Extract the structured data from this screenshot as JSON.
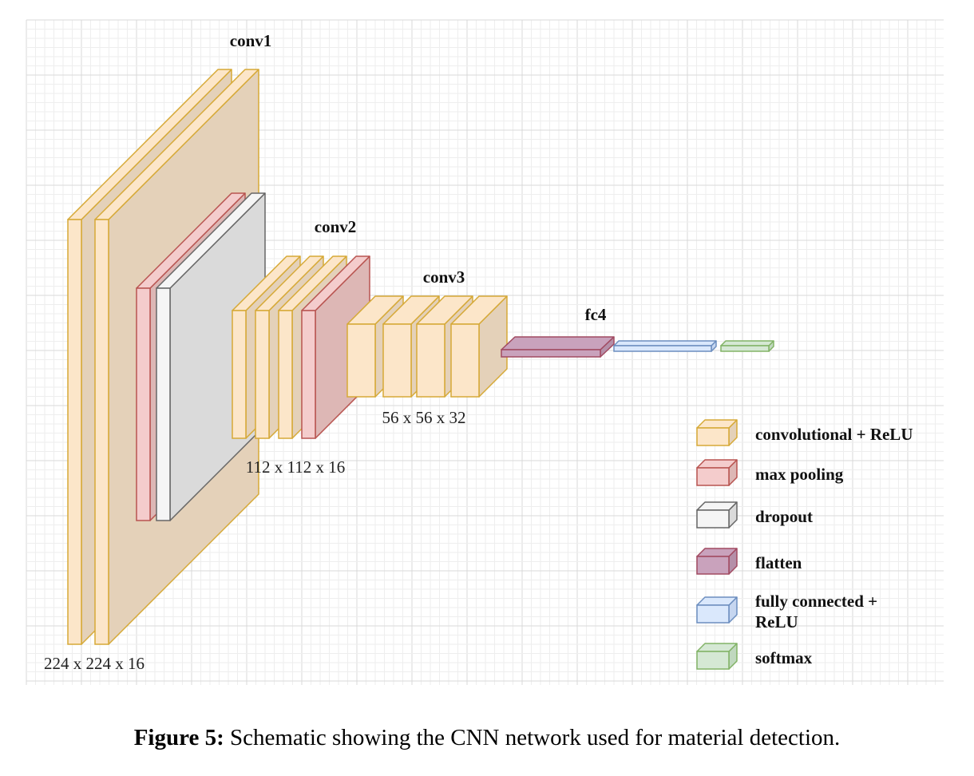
{
  "layers": {
    "conv1": "conv1",
    "conv2": "conv2",
    "conv3": "conv3",
    "fc4": "fc4"
  },
  "dims": {
    "d1": "224 x 224 x 16",
    "d2": "112 x 112 x 16",
    "d3": "56 x 56 x 32"
  },
  "legend": [
    {
      "key": "conv",
      "lines": [
        "convolutional + ReLU"
      ]
    },
    {
      "key": "pool",
      "lines": [
        "max pooling"
      ]
    },
    {
      "key": "dropout",
      "lines": [
        "dropout"
      ]
    },
    {
      "key": "flatten",
      "lines": [
        "flatten"
      ]
    },
    {
      "key": "fc",
      "lines": [
        "fully connected +",
        "ReLU"
      ]
    },
    {
      "key": "softmax",
      "lines": [
        "softmax"
      ]
    }
  ],
  "colors": {
    "conv": {
      "fill": "#FCE6C9",
      "dark": "#E4D1B9",
      "stroke": "#D6A937"
    },
    "pool": {
      "fill": "#F4CCCC",
      "dark": "#DDB7B5",
      "stroke": "#B85450"
    },
    "dropout": {
      "fill": "#F5F5F5",
      "dark": "#DADADA",
      "stroke": "#666666"
    },
    "flatten": {
      "fill": "#C9A2BC",
      "dark": "#B58FA8",
      "stroke": "#A14A61"
    },
    "fc": {
      "fill": "#DAE8FC",
      "dark": "#C6D6F0",
      "stroke": "#6C8EBF"
    },
    "softmax": {
      "fill": "#D5E8D4",
      "dark": "#C0D8BF",
      "stroke": "#82B366"
    }
  },
  "caption": {
    "label": "Figure 5:",
    "text": " Schematic showing the CNN network used for material detection."
  }
}
